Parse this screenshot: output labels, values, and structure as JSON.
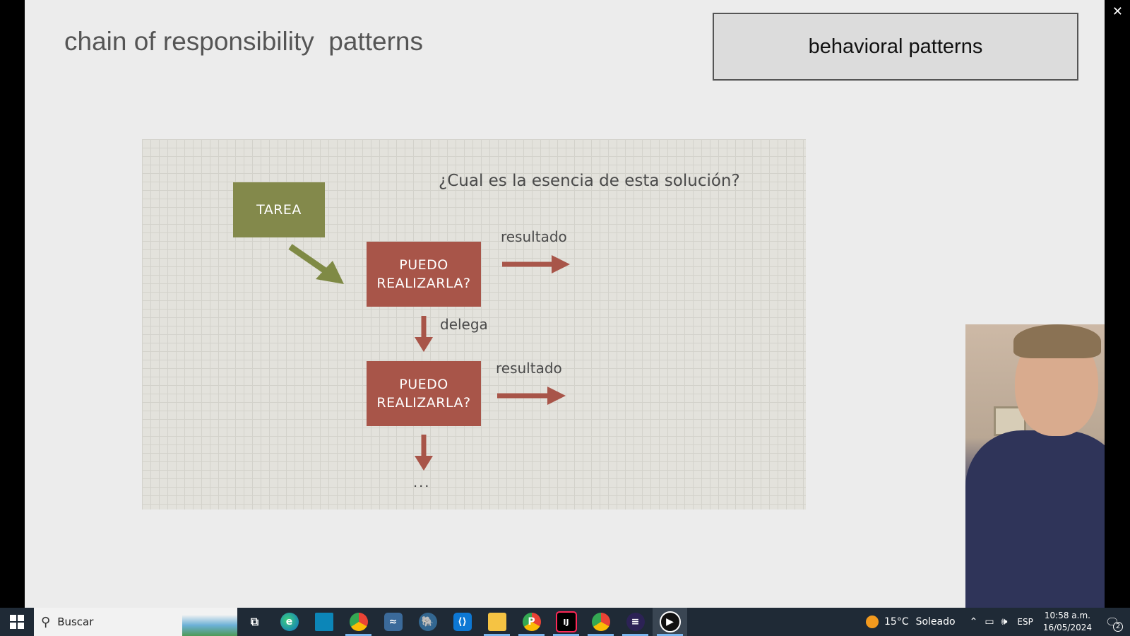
{
  "slide": {
    "title": "chain of responsibility  patterns",
    "category": "behavioral patterns"
  },
  "diagram": {
    "question": "¿Cual es la esencia de esta solución?",
    "task_label": "TAREA",
    "handler1_label_line1": "PUEDO",
    "handler1_label_line2": "REALIZARLA?",
    "handler2_label_line1": "PUEDO",
    "handler2_label_line2": "REALIZARLA?",
    "result_label_1": "resultado",
    "result_label_2": "resultado",
    "delegate_label": "delega",
    "continuation": "...",
    "colors": {
      "task": "#83894b",
      "handler": "#a85549",
      "arrow_task": "#7f8a45",
      "arrow_handler": "#a85549"
    }
  },
  "window": {
    "close_icon": "close-icon"
  },
  "taskbar": {
    "search_placeholder": "Buscar",
    "apps": [
      {
        "name": "task-view",
        "glyph": "⧉"
      },
      {
        "name": "edge",
        "glyph": "e"
      },
      {
        "name": "app-blue",
        "glyph": "▌"
      },
      {
        "name": "chrome",
        "glyph": "●"
      },
      {
        "name": "mysql-workbench",
        "glyph": "≈"
      },
      {
        "name": "postgres",
        "glyph": "♥"
      },
      {
        "name": "vscode",
        "glyph": "⟨"
      },
      {
        "name": "file-explorer",
        "glyph": "▭"
      },
      {
        "name": "chrome-profile-p",
        "glyph": "P"
      },
      {
        "name": "intellij",
        "glyph": "IJ"
      },
      {
        "name": "chrome-profile",
        "glyph": "●"
      },
      {
        "name": "eclipse",
        "glyph": "≡"
      },
      {
        "name": "media-player",
        "glyph": "▶"
      }
    ],
    "weather_temp": "15°C",
    "weather_condition": "Soleado",
    "language": "ESP",
    "time": "10:58 a.m.",
    "date": "16/05/2024",
    "notification_count": "2"
  }
}
